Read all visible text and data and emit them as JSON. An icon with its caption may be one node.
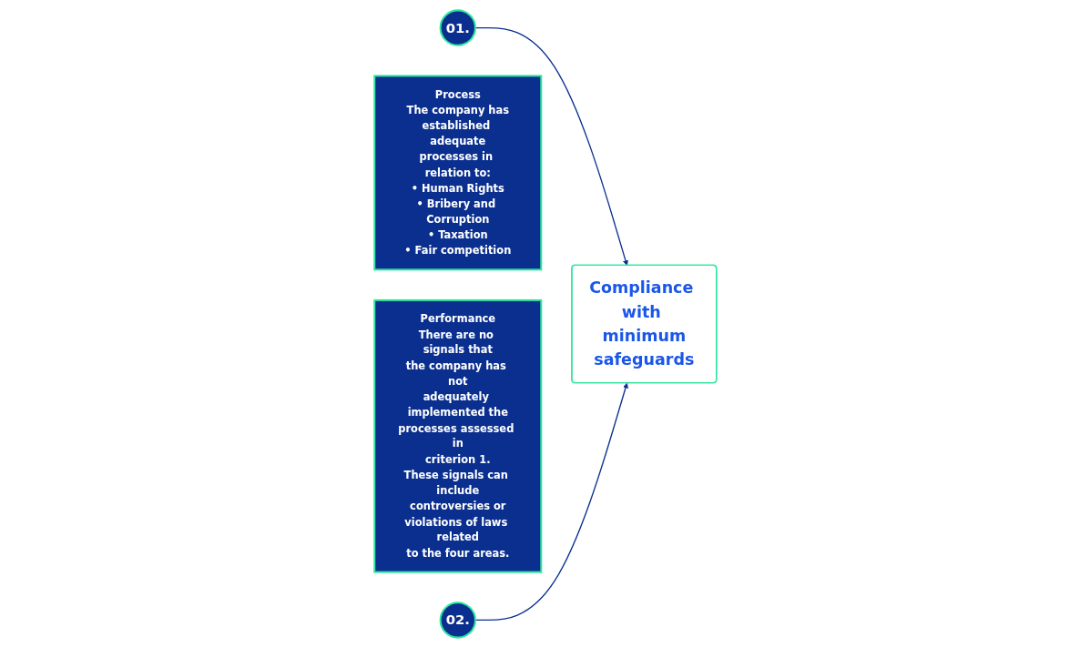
{
  "diagram": {
    "nodes": [
      {
        "text": [
          "01."
        ]
      },
      {
        "text": [
          "Process",
          "The company has established adequate processes in relation to:",
          "• Human Rights",
          "• Bribery and Corruption",
          "• Taxation",
          "• Fair competition"
        ]
      },
      {
        "text": [
          "Compliance with minimum safeguards"
        ]
      },
      {
        "text": [
          "Performance",
          "There are no signals that the company has not adequately implemented the processes assessed in criterion 1.",
          "These signals can include controversies or violations of laws related to the four areas."
        ]
      },
      {
        "text": [
          "02."
        ]
      }
    ],
    "edges": [
      {
        "from": 0,
        "to": 2,
        "arrow": "to"
      },
      {
        "from": 4,
        "to": 2,
        "arrow": "to"
      }
    ]
  }
}
